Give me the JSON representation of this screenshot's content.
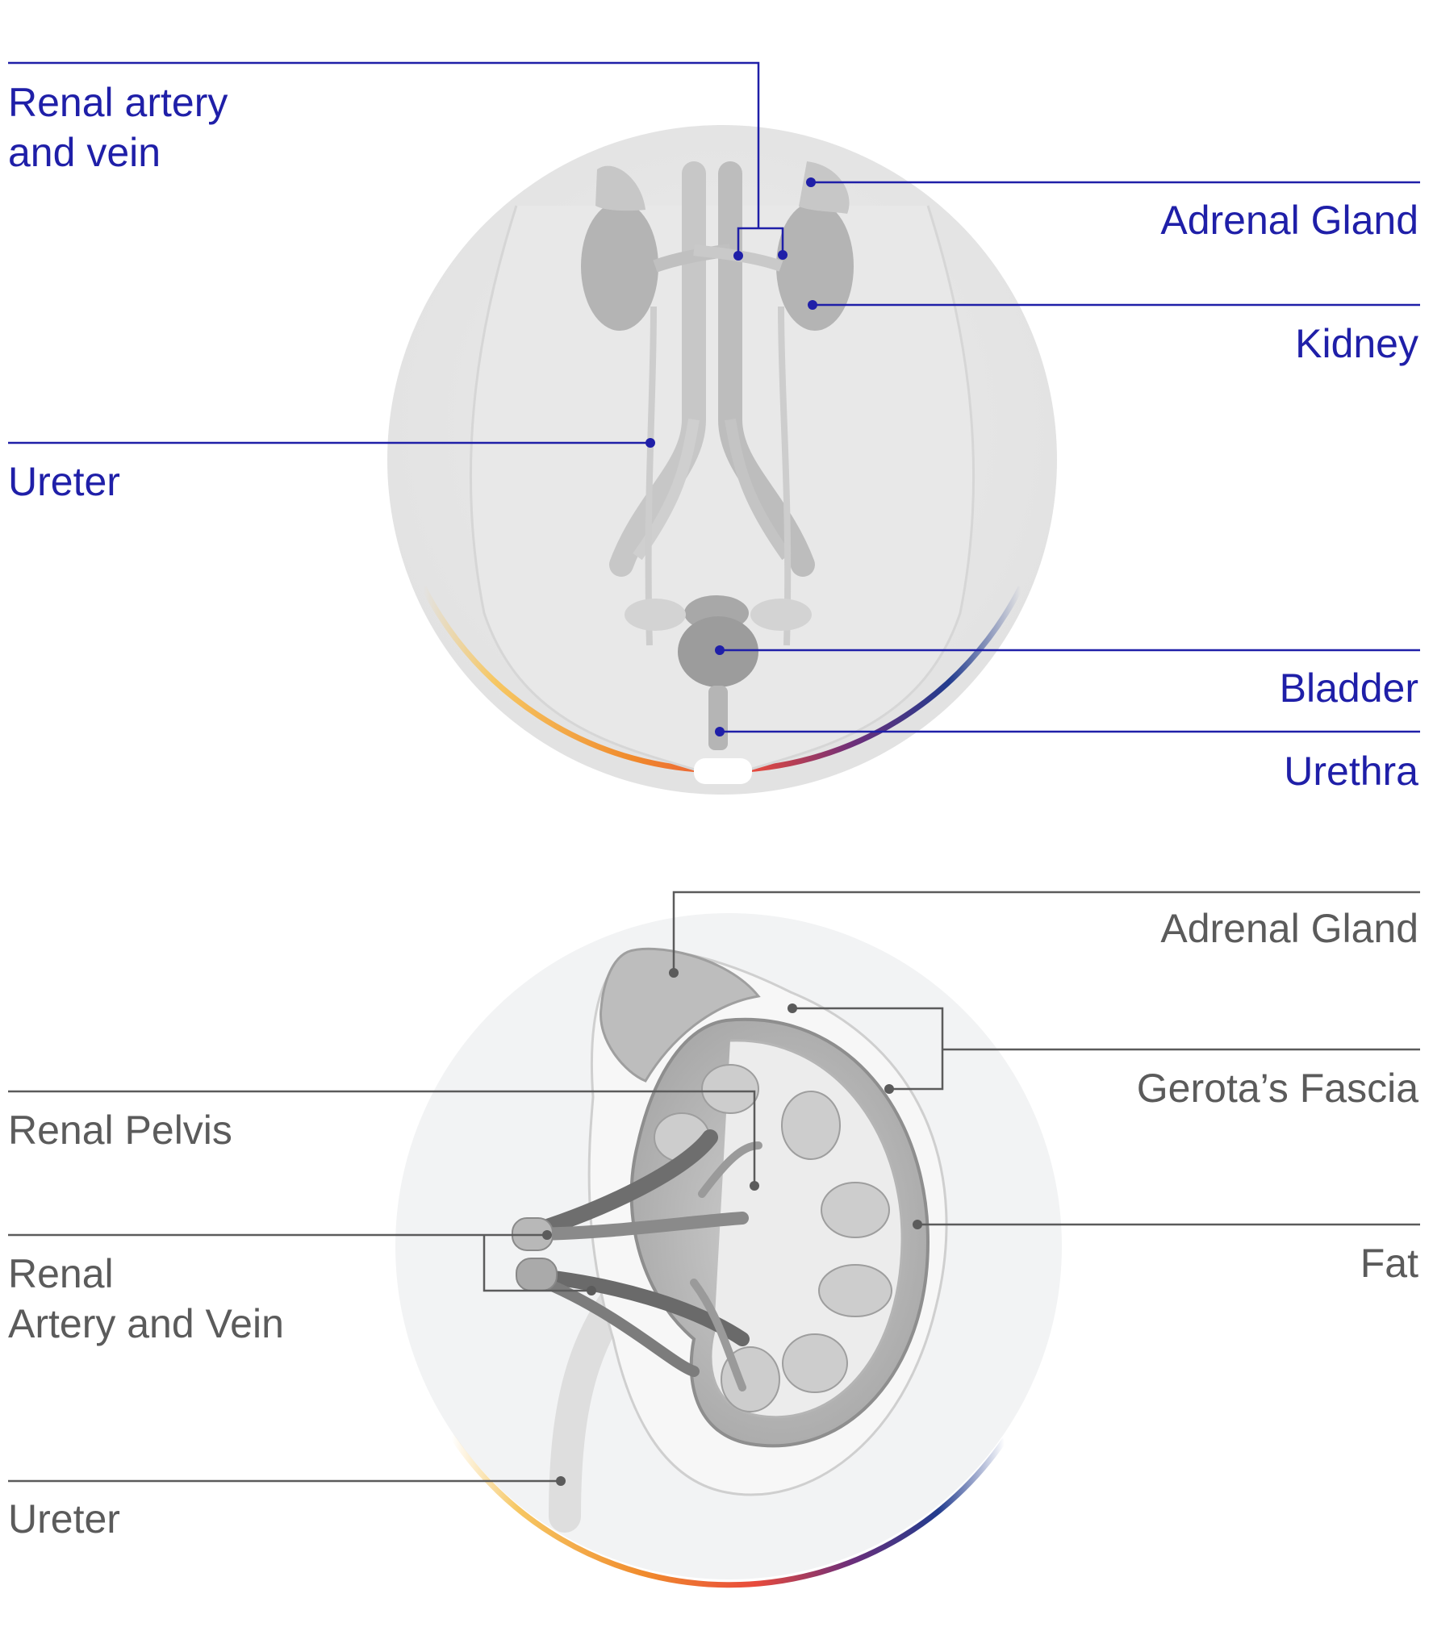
{
  "colors": {
    "top_labels": "#1f1fa8",
    "bottom_labels": "#5b5b5b",
    "ring_gradient": [
      "#f6c763",
      "#f08a2c",
      "#e84a3c",
      "#6d2f7a",
      "#223c8e"
    ]
  },
  "top_diagram": {
    "labels": {
      "renal_artery_vein_line1": "Renal artery",
      "renal_artery_vein_line2": "and vein",
      "adrenal_gland": "Adrenal Gland",
      "kidney": "Kidney",
      "ureter": "Ureter",
      "bladder": "Bladder",
      "urethra": "Urethra"
    }
  },
  "bottom_diagram": {
    "labels": {
      "adrenal_gland": "Adrenal Gland",
      "gerotas_fascia": "Gerota’s Fascia",
      "renal_pelvis": "Renal Pelvis",
      "fat": "Fat",
      "renal_artery_vein_line1": "Renal",
      "renal_artery_vein_line2": "Artery and Vein",
      "ureter": "Ureter"
    }
  }
}
